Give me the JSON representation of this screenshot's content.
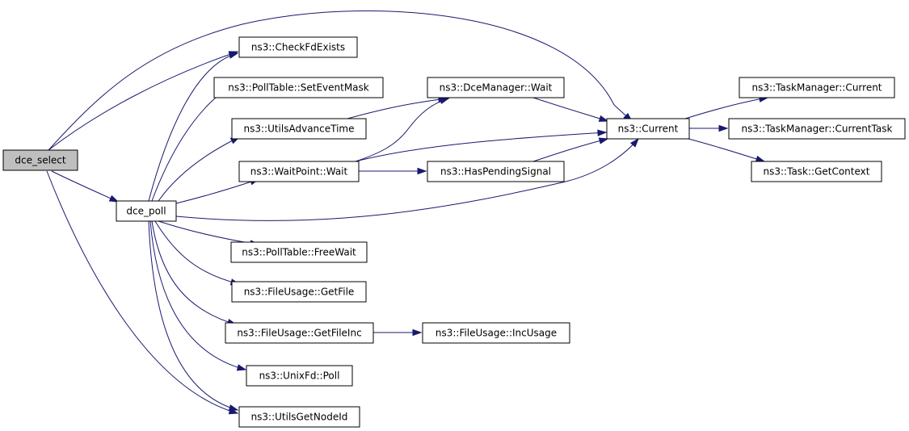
{
  "diagram": {
    "nodes": {
      "dce_select": "dce_select",
      "dce_poll": "dce_poll",
      "check_fd_exists": "ns3::CheckFdExists",
      "polltable_seteventmask": "ns3::PollTable::SetEventMask",
      "utils_advance_time": "ns3::UtilsAdvanceTime",
      "waitpoint_wait": "ns3::WaitPoint::Wait",
      "dcemanager_wait": "ns3::DceManager::Wait",
      "has_pending_signal": "ns3::HasPendingSignal",
      "current": "ns3::Current",
      "taskmanager_current": "ns3::TaskManager::Current",
      "taskmanager_currenttask": "ns3::TaskManager::CurrentTask",
      "task_getcontext": "ns3::Task::GetContext",
      "polltable_freewait": "ns3::PollTable::FreeWait",
      "fileusage_getfile": "ns3::FileUsage::GetFile",
      "fileusage_getfileinc": "ns3::FileUsage::GetFileInc",
      "fileusage_incusage": "ns3::FileUsage::IncUsage",
      "unixfd_poll": "ns3::UnixFd::Poll",
      "utils_getnodeid": "ns3::UtilsGetNodeId"
    },
    "root": "dce_select",
    "edges": [
      [
        "dce_select",
        "dce_poll"
      ],
      [
        "dce_select",
        "check_fd_exists"
      ],
      [
        "dce_select",
        "current"
      ],
      [
        "dce_select",
        "utils_getnodeid"
      ],
      [
        "dce_poll",
        "check_fd_exists"
      ],
      [
        "dce_poll",
        "polltable_seteventmask"
      ],
      [
        "dce_poll",
        "utils_advance_time"
      ],
      [
        "dce_poll",
        "waitpoint_wait"
      ],
      [
        "dce_poll",
        "current"
      ],
      [
        "dce_poll",
        "polltable_freewait"
      ],
      [
        "dce_poll",
        "fileusage_getfile"
      ],
      [
        "dce_poll",
        "fileusage_getfileinc"
      ],
      [
        "dce_poll",
        "unixfd_poll"
      ],
      [
        "dce_poll",
        "utils_getnodeid"
      ],
      [
        "utils_advance_time",
        "dcemanager_wait"
      ],
      [
        "waitpoint_wait",
        "dcemanager_wait"
      ],
      [
        "waitpoint_wait",
        "current"
      ],
      [
        "waitpoint_wait",
        "has_pending_signal"
      ],
      [
        "dcemanager_wait",
        "current"
      ],
      [
        "has_pending_signal",
        "current"
      ],
      [
        "current",
        "taskmanager_current"
      ],
      [
        "current",
        "taskmanager_currenttask"
      ],
      [
        "current",
        "task_getcontext"
      ],
      [
        "fileusage_getfileinc",
        "fileusage_incusage"
      ]
    ],
    "colors": {
      "edge": "#191970",
      "root_fill": "#bfbfbf",
      "node_fill": "#ffffff",
      "node_border": "#000000"
    }
  }
}
